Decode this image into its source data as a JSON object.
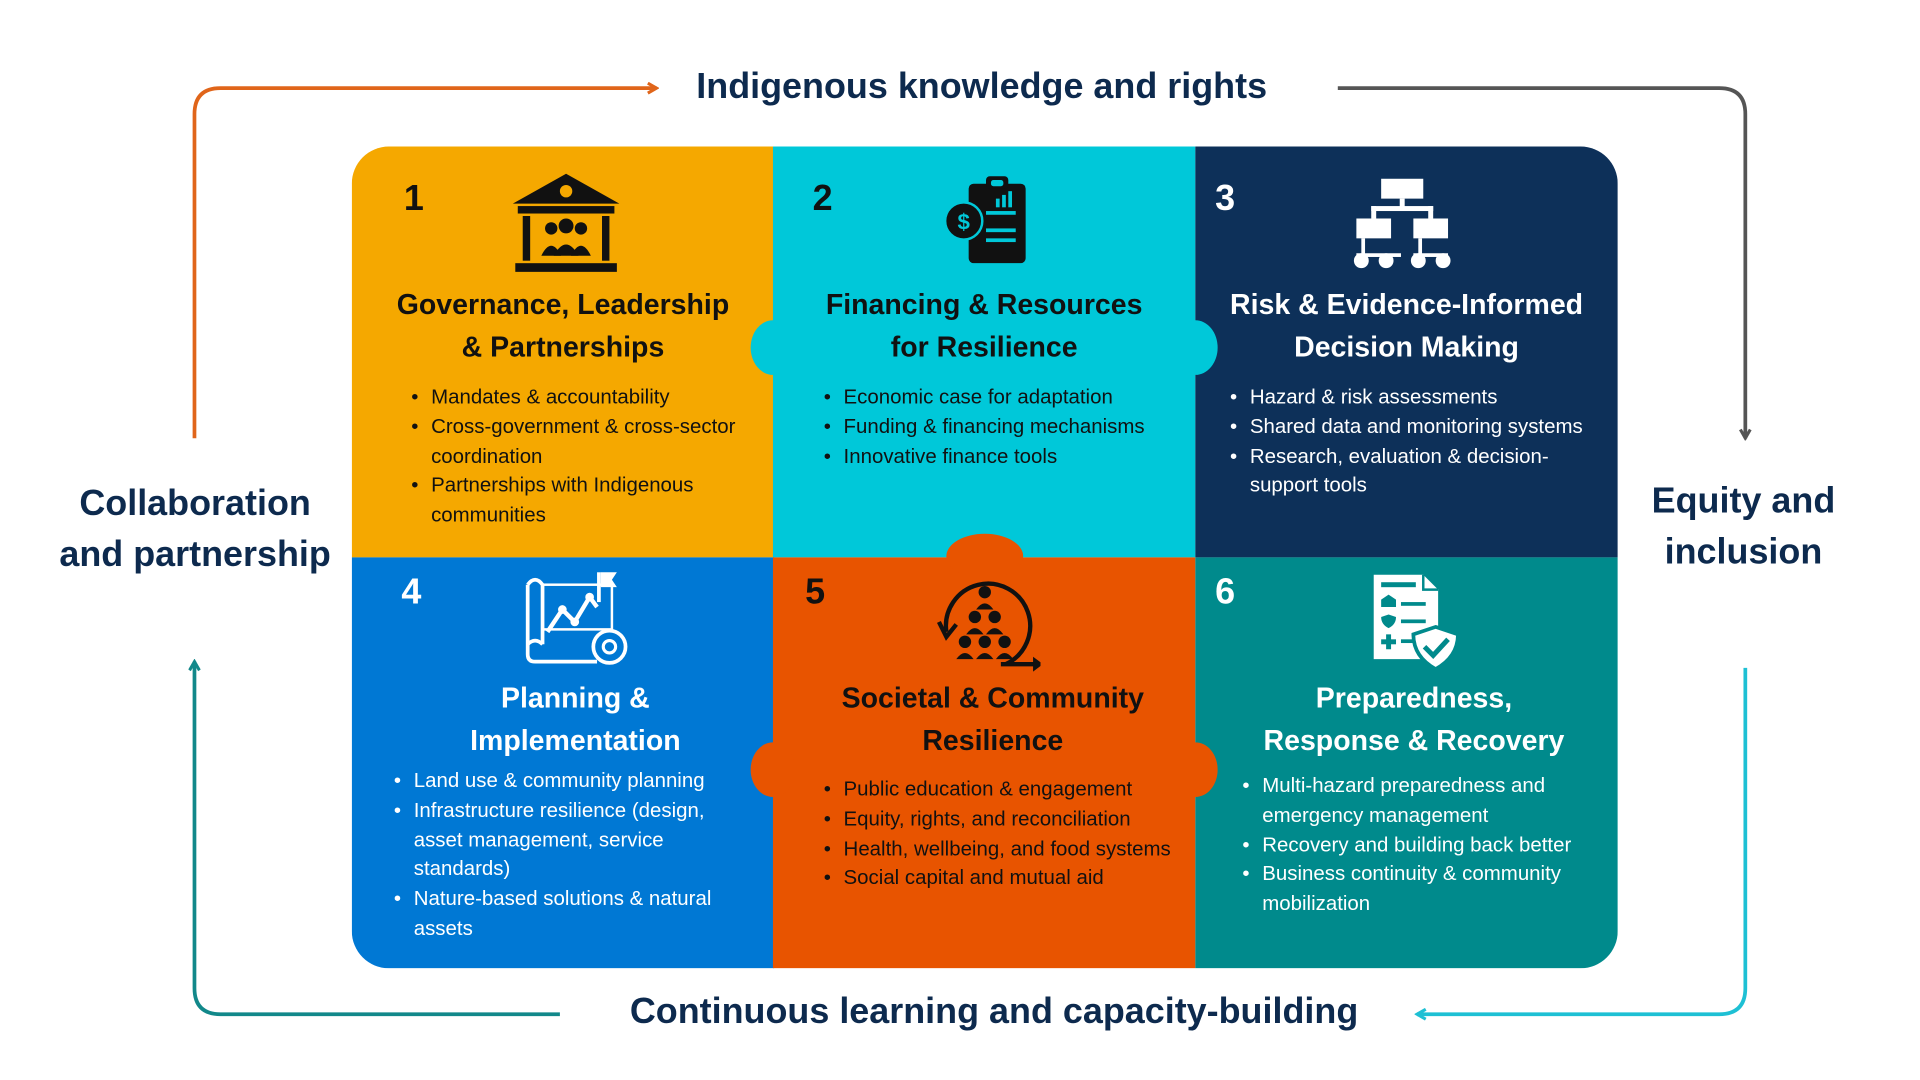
{
  "edges": {
    "top": "Indigenous knowledge and rights",
    "bottom": "Continuous learning and capacity-building",
    "left": "Collaboration and partnership",
    "right": "Equity and inclusion"
  },
  "colors": {
    "top_arrow": "#e0651a",
    "right_arrow": "#555555",
    "bottom_arrow": "#1ec0d4",
    "left_arrow": "#12888a",
    "label_text": "#0d2a4e"
  },
  "tiles": [
    {
      "number": "1",
      "title_line1": "Governance, Leadership",
      "title_line2": "& Partnerships",
      "color": "#f5a800",
      "icon": "government-building-icon",
      "bullets": [
        "Mandates & accountability",
        "Cross-government & cross-sector coordination",
        "Partnerships with Indigenous communities"
      ]
    },
    {
      "number": "2",
      "title_line1": "Financing & Resources",
      "title_line2": "for Resilience",
      "color": "#00c8d9",
      "icon": "financial-report-icon",
      "bullets": [
        "Economic case for adaptation",
        "Funding & financing mechanisms",
        "Innovative finance tools"
      ]
    },
    {
      "number": "3",
      "title_line1": "Risk & Evidence-Informed",
      "title_line2": "Decision Making",
      "color": "#0d3059",
      "icon": "hierarchy-chart-icon",
      "bullets": [
        "Hazard & risk assessments",
        "Shared data and monitoring systems",
        "Research, evaluation & decision-support tools"
      ]
    },
    {
      "number": "4",
      "title_line1": "Planning &",
      "title_line2": "Implementation",
      "color": "#0078d4",
      "icon": "strategy-plan-icon",
      "bullets": [
        "Land use & community planning",
        "Infrastructure resilience (design, asset management, service standards)",
        "Nature-based solutions & natural assets"
      ]
    },
    {
      "number": "5",
      "title_line1": "Societal & Community",
      "title_line2": "Resilience",
      "color": "#e85400",
      "icon": "community-cycle-icon",
      "bullets": [
        "Public education & engagement",
        "Equity, rights, and reconciliation",
        "Health, wellbeing, and food systems",
        "Social capital and mutual aid"
      ]
    },
    {
      "number": "6",
      "title_line1": "Preparedness,",
      "title_line2": "Response & Recovery",
      "color": "#008a8c",
      "icon": "checklist-shield-icon",
      "bullets": [
        "Multi-hazard preparedness and emergency management",
        "Recovery and building back better",
        "Business continuity & community mobilization"
      ]
    }
  ]
}
